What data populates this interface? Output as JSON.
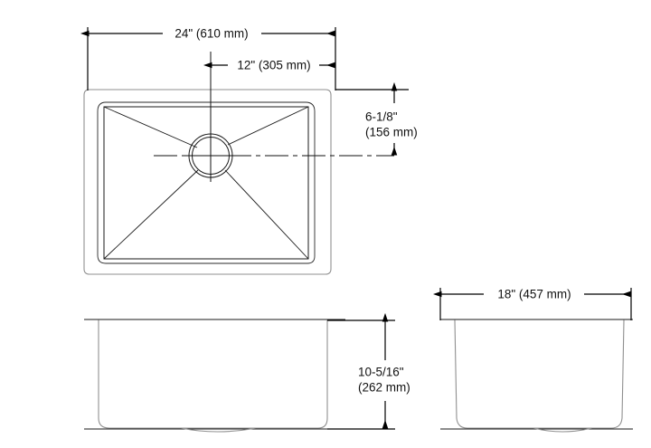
{
  "drawing": {
    "title": "Kitchen sink dimensional drawing",
    "background_color": "#ffffff",
    "line_color": "#1a1a1a",
    "text_color": "#111111",
    "soft_line_color": "#8f8f8f"
  },
  "dimensions": {
    "overall_width": {
      "label": "24\" (610 mm)",
      "inches": "24\"",
      "millimeters": "610 mm",
      "view": "top"
    },
    "drain_from_left": {
      "label": "12\" (305 mm)",
      "inches": "12\"",
      "millimeters": "305 mm",
      "view": "top"
    },
    "drain_from_back": {
      "label_line_1": "6-1/8\"",
      "label_line_2": "(156 mm)",
      "inches": "6-1/8\"",
      "millimeters": "156 mm",
      "view": "top"
    },
    "basin_depth": {
      "label_line_1": "10-5/16\"",
      "label_line_2": "(262 mm)",
      "inches": "10-5/16\"",
      "millimeters": "262 mm",
      "view": "front-elevation"
    },
    "overall_depth": {
      "label": "18\" (457 mm)",
      "inches": "18\"",
      "millimeters": "457 mm",
      "view": "side-elevation"
    }
  },
  "views": {
    "top": {
      "name": "top-view"
    },
    "front": {
      "name": "front-elevation-view"
    },
    "side": {
      "name": "side-elevation-view"
    }
  }
}
